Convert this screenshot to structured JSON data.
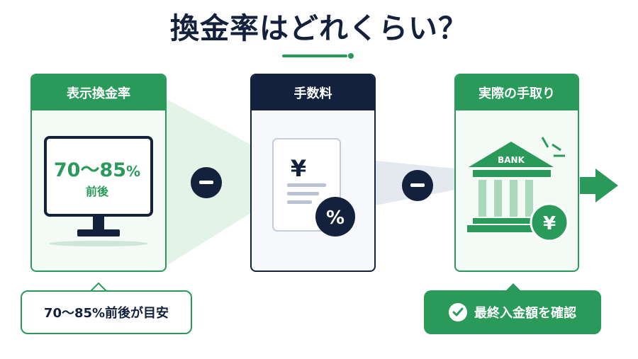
{
  "title": "換金率はどれくらい？",
  "cards": [
    {
      "header": "表示換金率",
      "value_main": "70〜85",
      "value_unit": "%",
      "value_sub": "前後"
    },
    {
      "header": "手数料",
      "yen_symbol": "¥",
      "percent_symbol": "%"
    },
    {
      "header": "実際の手取り",
      "bank_label": "BANK",
      "yen_symbol": "¥"
    }
  ],
  "callouts": {
    "left": "70〜85%前後が目安",
    "right": "最終入金額を確認"
  },
  "icons": [
    "monitor-icon",
    "receipt-icon",
    "percent-badge-icon",
    "bank-icon",
    "yen-coin-icon",
    "minus-icon",
    "arrow-right-icon",
    "check-icon"
  ],
  "colors": {
    "green": "#2a9a5a",
    "navy": "#13213c",
    "light_green": "#e3f3e8",
    "light_gray": "#d9dee7"
  }
}
